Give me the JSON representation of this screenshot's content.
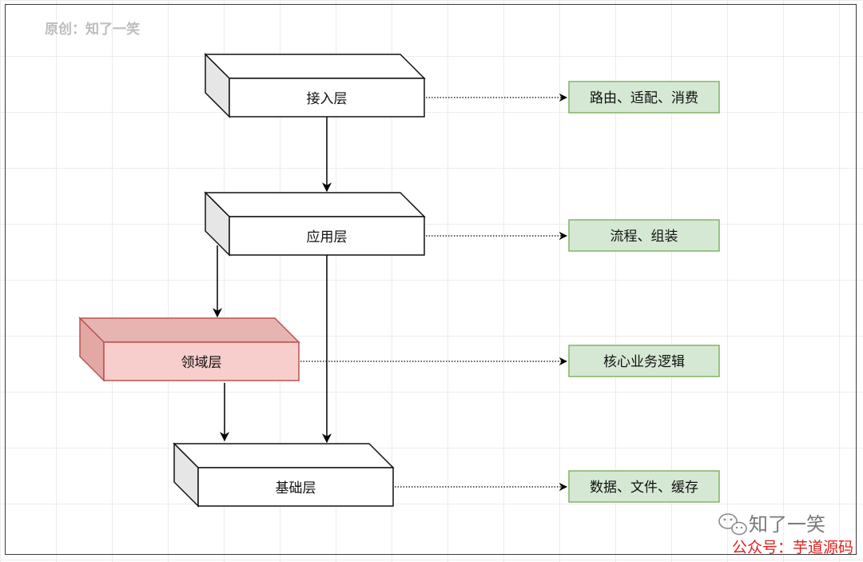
{
  "credit": "原创：知了一笑",
  "layers": {
    "access": "接入层",
    "application": "应用层",
    "domain": "领域层",
    "infrastructure": "基础层"
  },
  "descriptions": {
    "access": "路由、适配、消费",
    "application": "流程、组装",
    "domain": "核心业务逻辑",
    "infrastructure": "数据、文件、缓存"
  },
  "watermark": {
    "name": "知了一笑",
    "account": "公众号：芋道源码"
  },
  "colors": {
    "highlight_fill": "#f8cecc",
    "highlight_stroke": "#b85450",
    "desc_fill": "#d5e8d4",
    "desc_stroke": "#82b366"
  }
}
